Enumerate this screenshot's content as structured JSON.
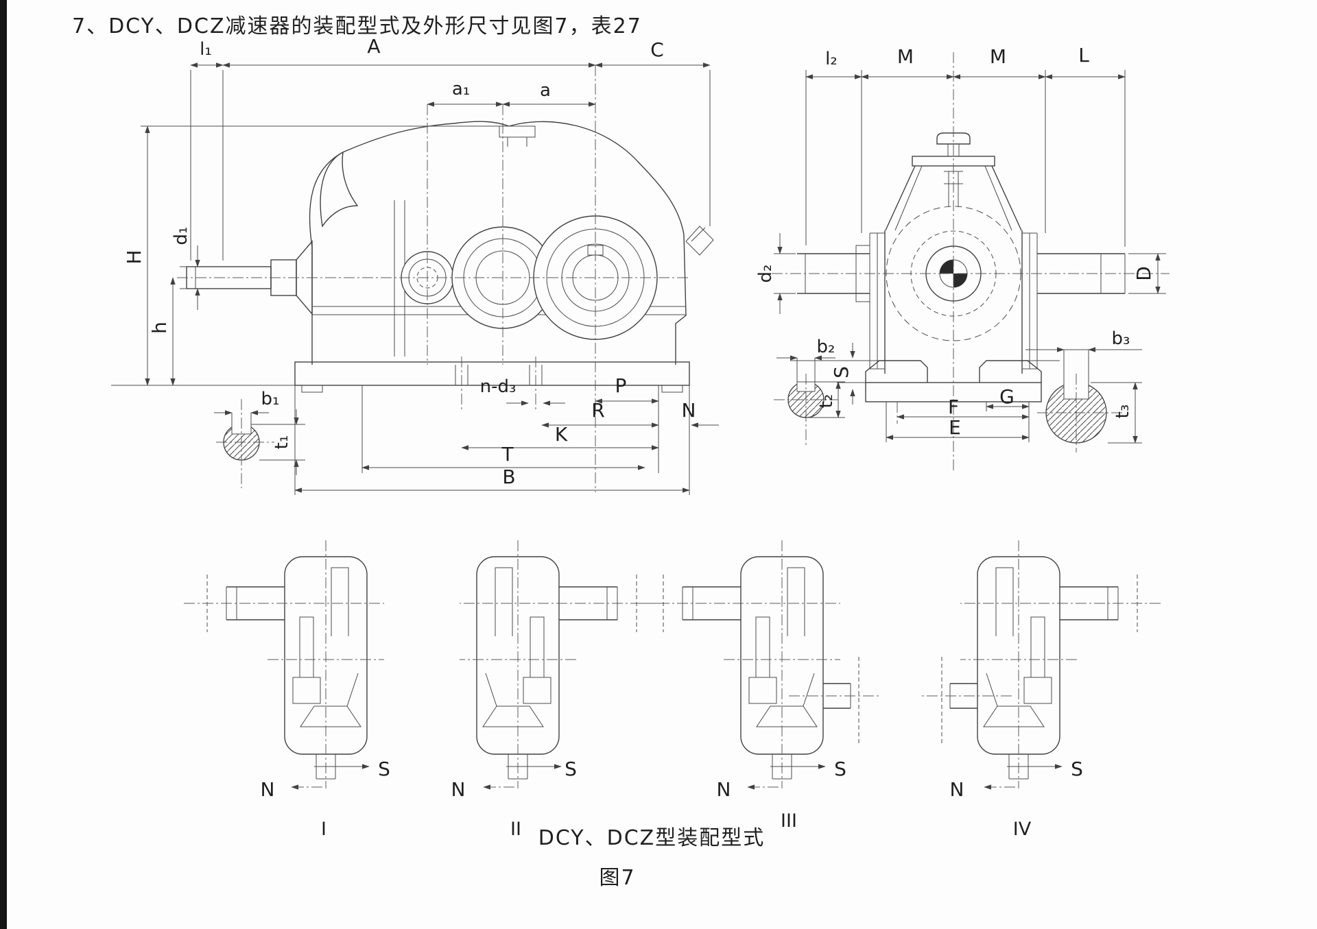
{
  "page": {
    "title": "7、DCY、DCZ减速器的装配型式及外形尺寸见图7，表27",
    "caption": "DCY、DCZ型装配型式",
    "figure_label": "图7"
  },
  "colors": {
    "line": "#414141",
    "text": "#1f1f1f",
    "background": "#fdfdfd"
  },
  "side_view": {
    "dims": {
      "l1": "l₁",
      "A": "A",
      "C": "C",
      "a1": "a₁",
      "a": "a",
      "H": "H",
      "h": "h",
      "d1": "d₁",
      "b1": "b₁",
      "t1": "t₁",
      "n_d3": "n-d₃",
      "P": "P",
      "R": "R",
      "N": "N",
      "K": "K",
      "T": "T",
      "B": "B"
    }
  },
  "end_view": {
    "dims": {
      "l2": "l₂",
      "M_left": "M",
      "M_right": "M",
      "L": "L",
      "d2": "d₂",
      "D": "D",
      "b2": "b₂",
      "S": "S",
      "t2": "t₂",
      "F": "F",
      "G": "G",
      "E": "E",
      "b3": "b₃",
      "t3": "t₃"
    }
  },
  "assembly_types": [
    {
      "id": "I",
      "n_label": "N",
      "s_label": "S"
    },
    {
      "id": "II",
      "n_label": "N",
      "s_label": "S"
    },
    {
      "id": "III",
      "n_label": "N",
      "s_label": "S"
    },
    {
      "id": "IV",
      "n_label": "N",
      "s_label": "S"
    }
  ]
}
